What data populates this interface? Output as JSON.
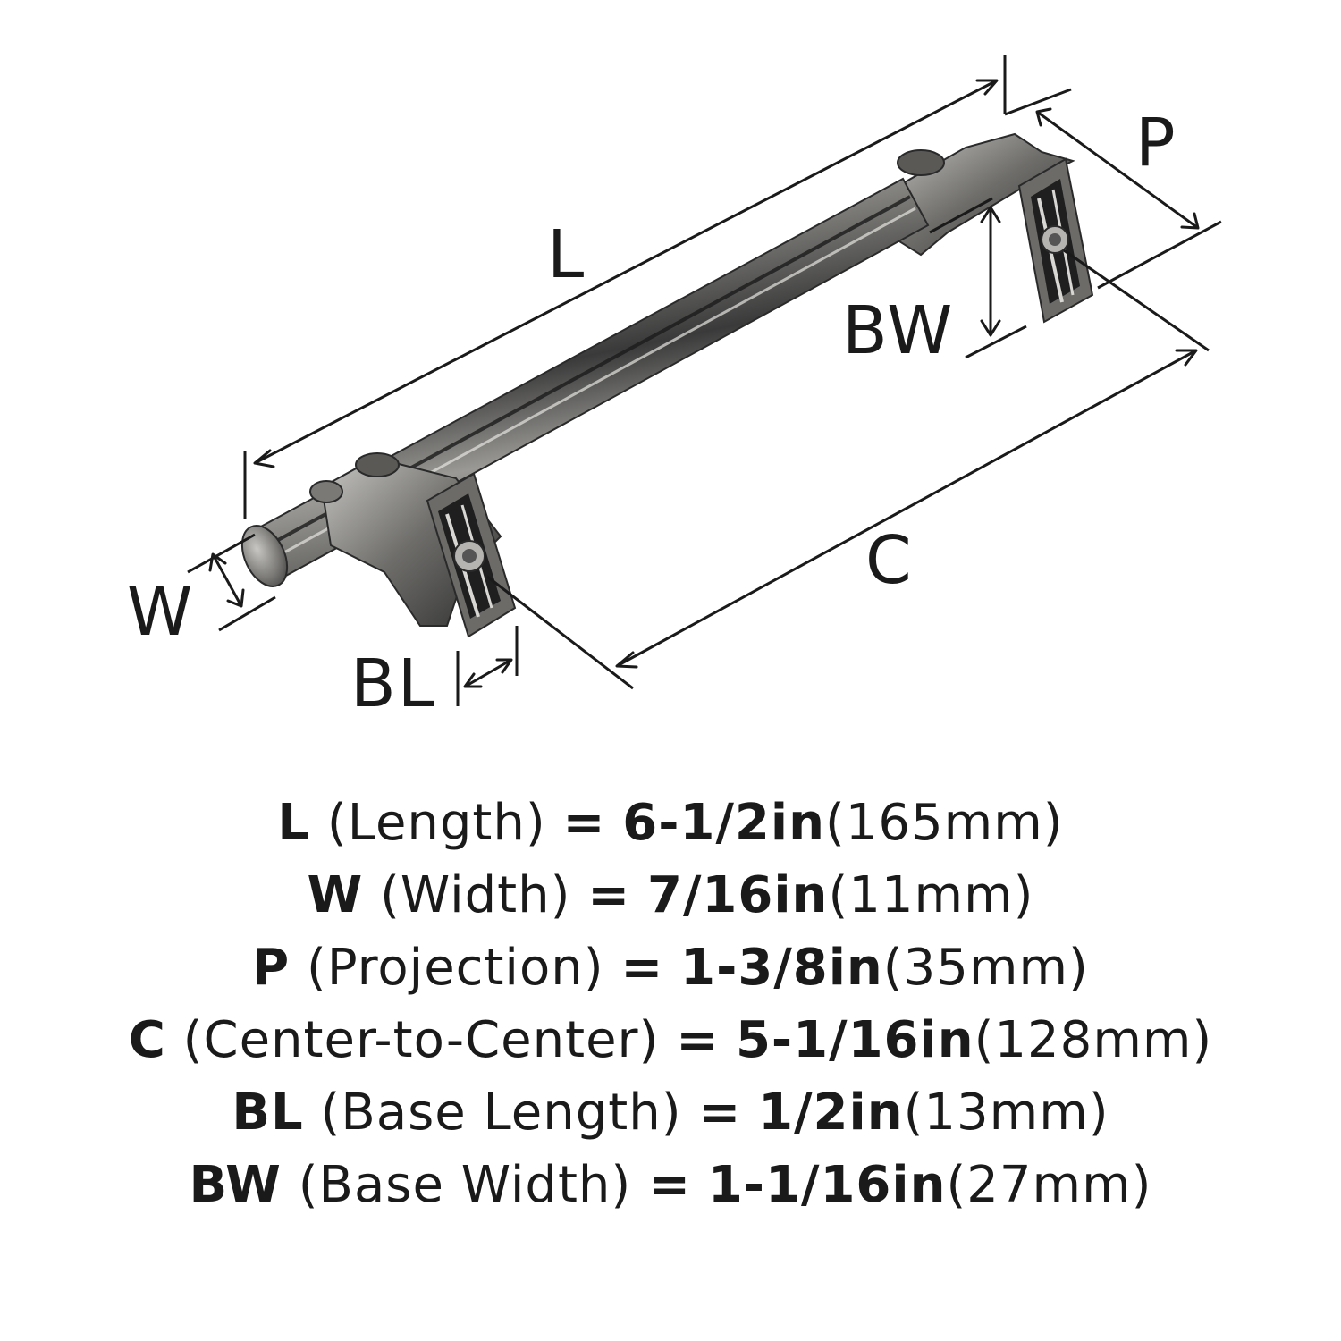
{
  "diagram": {
    "labels": {
      "L": "L",
      "W": "W",
      "P": "P",
      "C": "C",
      "BL": "BL",
      "BW": "BW"
    },
    "colors": {
      "metal_dark": "#3d3d3d",
      "metal_mid": "#7c7b78",
      "metal_light": "#d7d6d2",
      "ink": "#1a1a1a"
    }
  },
  "specs": [
    {
      "key": "L",
      "name": "(Length)",
      "eq": "=",
      "value": "6-1/2in",
      "metric": "(165mm)"
    },
    {
      "key": "W",
      "name": "(Width)",
      "eq": "=",
      "value": "7/16in",
      "metric": "(11mm)"
    },
    {
      "key": "P",
      "name": "(Projection)",
      "eq": "=",
      "value": "1-3/8in",
      "metric": "(35mm)"
    },
    {
      "key": "C",
      "name": "(Center-to-Center)",
      "eq": "=",
      "value": "5-1/16in",
      "metric": "(128mm)"
    },
    {
      "key": "BL",
      "name": "(Base Length)",
      "eq": "=",
      "value": "1/2in",
      "metric": "(13mm)"
    },
    {
      "key": "BW",
      "name": "(Base Width)",
      "eq": "=",
      "value": "1-1/16in",
      "metric": "(27mm)"
    }
  ]
}
